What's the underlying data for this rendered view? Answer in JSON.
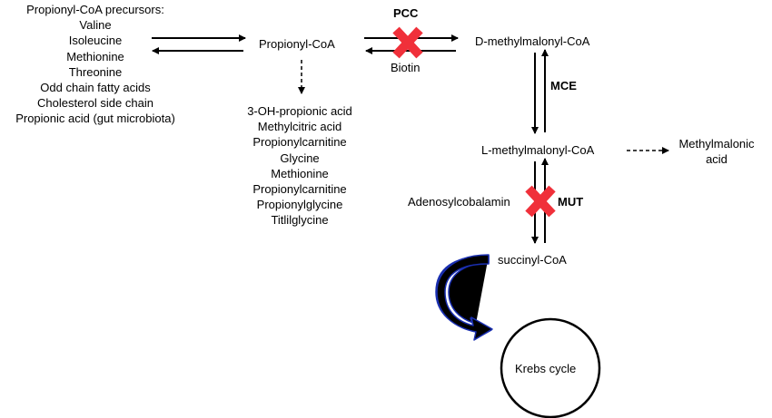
{
  "precursors": {
    "title": "Propionyl-CoA precursors:",
    "items": [
      "Valine",
      "Isoleucine",
      "Methionine",
      "Threonine",
      "Odd chain fatty acids",
      "Cholesterol side chain",
      "Propionic acid (gut microbiota)"
    ]
  },
  "nodes": {
    "propionyl_coa": "Propionyl-CoA",
    "d_methylmalonyl_coa": "D-methylmalonyl-CoA",
    "l_methylmalonyl_coa": "L-methylmalonyl-CoA",
    "succinyl_coa": "succinyl-CoA",
    "krebs_cycle": "Krebs cycle",
    "methylmalonic_acid_line1": "Methylmalonic",
    "methylmalonic_acid_line2": "acid"
  },
  "enzymes": {
    "pcc": "PCC",
    "mce": "MCE",
    "mut": "MUT"
  },
  "cofactors": {
    "biotin": "Biotin",
    "adenosylcobalamin": "Adenosylcobalamin"
  },
  "metabolites": [
    "3-OH-propionic acid",
    "Methylcitric acid",
    "Propionylcarnitine",
    "Glycine",
    "Methionine",
    "Propionylcarnitine",
    "Propionylglycine",
    "Titlilglycine"
  ],
  "blocked_steps": [
    "PCC",
    "MUT"
  ],
  "colors": {
    "block_mark": "#f0303a",
    "curved_arrow_fill": "#000000",
    "curved_arrow_outline": "#1a2fb0",
    "line": "#000000"
  }
}
